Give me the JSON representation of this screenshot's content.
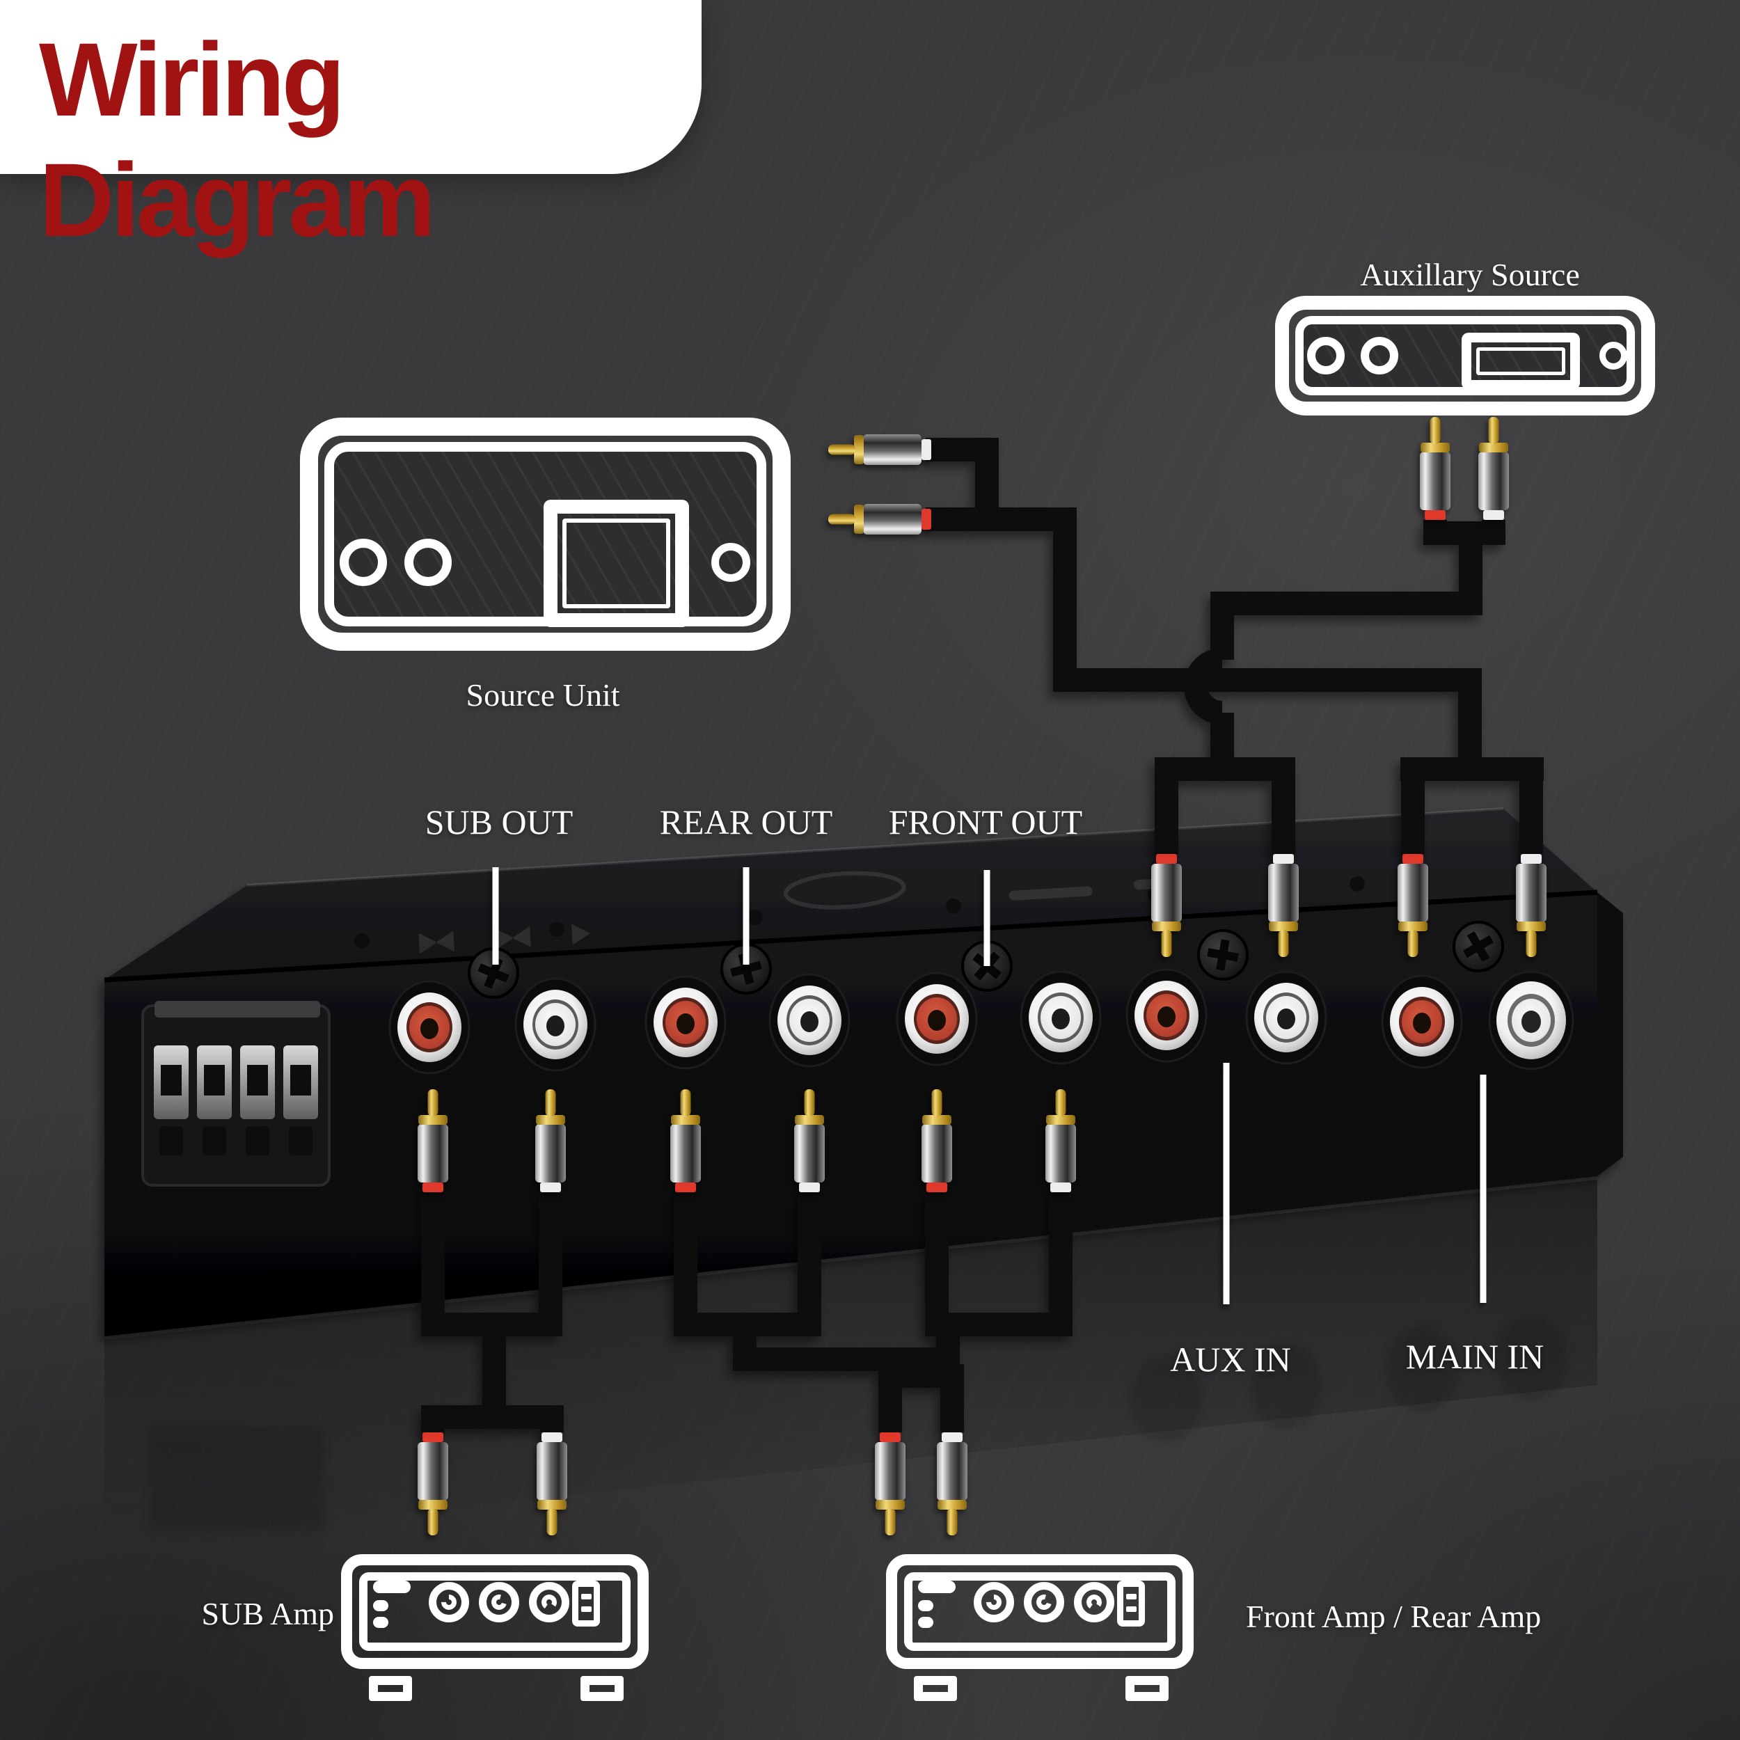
{
  "title": "Wiring Diagram",
  "labels": {
    "aux_source": "Auxillary Source",
    "source_unit": "Source Unit",
    "sub_out": "SUB OUT",
    "rear_out": "REAR OUT",
    "front_out": "FRONT OUT",
    "aux_in": "AUX IN",
    "main_in": "MAIN IN",
    "sub_amp": "SUB Amp",
    "front_rear_amp": "Front Amp / Rear Amp"
  },
  "connections": [
    {
      "from": "Source Unit",
      "to": "MAIN IN"
    },
    {
      "from": "Auxillary Source",
      "to": "AUX IN"
    },
    {
      "from": "SUB OUT",
      "to": "SUB Amp"
    },
    {
      "from": "REAR OUT",
      "to": "Front Amp / Rear Amp"
    },
    {
      "from": "FRONT OUT",
      "to": "Front Amp / Rear Amp"
    }
  ],
  "colors": {
    "background": "#3A3A3C",
    "title_text": "#A11313",
    "title_card": "#FFFFFF",
    "label_text": "#FFFFFF",
    "cable": "#0A0A0B",
    "rca_band_red": "#E0382C",
    "rca_band_white": "#EDEDED",
    "jack_red": "#B5402F",
    "jack_white": "#E9E9E9",
    "gold": "#D4A938"
  }
}
